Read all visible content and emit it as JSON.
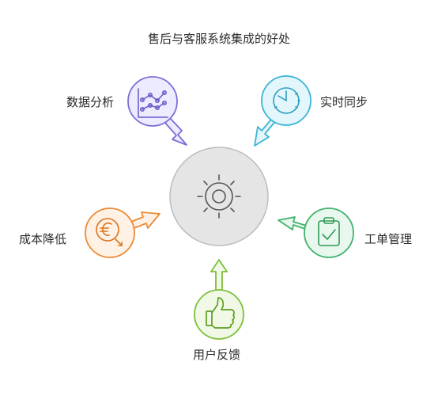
{
  "title": "售后与客服系统集成的好处",
  "center": {
    "icon": "sun-icon",
    "fill": "#e5e5e5",
    "stroke": "#bdbdbd"
  },
  "items": [
    {
      "key": "data",
      "label": "数据分析",
      "icon": "line-chart-icon",
      "fill": "#ecebff",
      "stroke": "#7b6fd6"
    },
    {
      "key": "sync",
      "label": "实时同步",
      "icon": "clock-icon",
      "fill": "#e2f6fb",
      "stroke": "#3cb4d6"
    },
    {
      "key": "ticket",
      "label": "工单管理",
      "icon": "clipboard-check-icon",
      "fill": "#e9f8ee",
      "stroke": "#3fb26b"
    },
    {
      "key": "feedback",
      "label": "用户反馈",
      "icon": "thumbs-up-icon",
      "fill": "#f1f9e6",
      "stroke": "#7cbf3a"
    },
    {
      "key": "cost",
      "label": "成本降低",
      "icon": "euro-coin-icon",
      "fill": "#fff1e4",
      "stroke": "#ec8a36"
    }
  ]
}
